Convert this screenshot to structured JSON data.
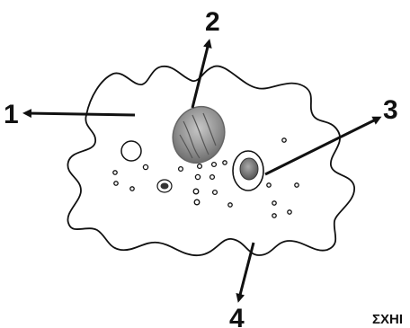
{
  "labels": {
    "one": "1",
    "two": "2",
    "three": "3",
    "four": "4"
  },
  "caption": "ΣΧΗΙ",
  "colors": {
    "ink": "#111111",
    "nucleus_fill": "#9a9a9a",
    "vacuole_fill": "#7a7a7a"
  }
}
